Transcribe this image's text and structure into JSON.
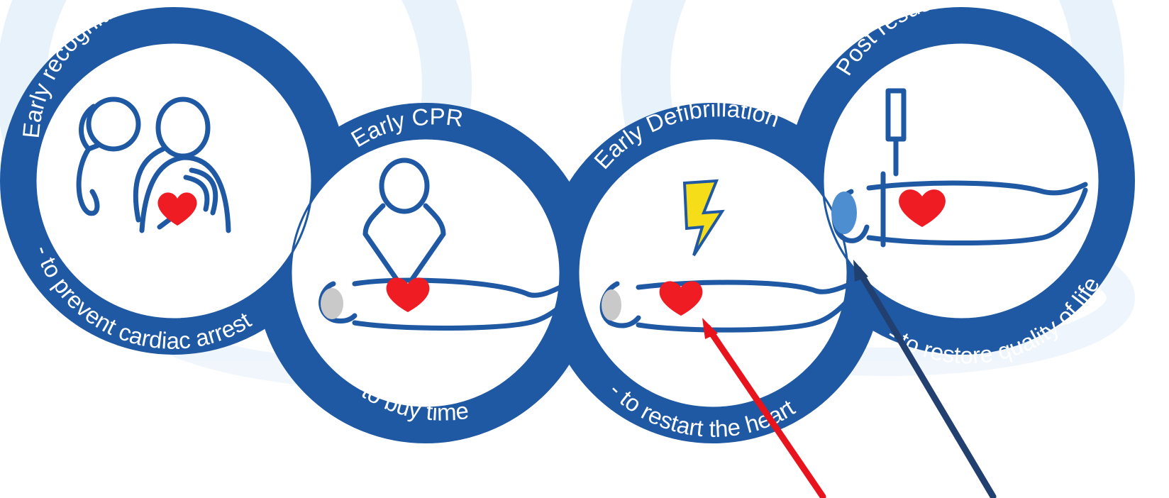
{
  "colors": {
    "ring": "#1f58a3",
    "heart": "#ef1c24",
    "bolt": "#f6dd1a",
    "head_grey": "#c9c9c9",
    "head_blue": "#4d8ed0",
    "background_watermark": "#e6f1fb",
    "red_arrow": "#e8141d",
    "navy_arrow": "#22406f"
  },
  "links": [
    {
      "id": "recognition",
      "top_text": "Early recognition and call for help",
      "bottom_text": "- to prevent cardiac arrest",
      "icon": "phone-caller-and-chest-pain-icon"
    },
    {
      "id": "cpr",
      "top_text": "Early CPR",
      "bottom_text": "- to buy time",
      "icon": "chest-compression-icon"
    },
    {
      "id": "defibrillation",
      "top_text": "Early Defibrillation",
      "bottom_text": "- to restart the heart",
      "icon": "defibrillation-shock-icon"
    },
    {
      "id": "post-care",
      "top_text": "Post resuscitation care",
      "bottom_text": "- to restore quality of life",
      "icon": "iv-drip-patient-icon"
    }
  ],
  "arrows": [
    {
      "name": "red-arrow",
      "color_key": "red_arrow",
      "points_to": "heart in Early Defibrillation link"
    },
    {
      "name": "navy-arrow",
      "color_key": "navy_arrow",
      "points_to": "head in Post resuscitation care link"
    }
  ]
}
